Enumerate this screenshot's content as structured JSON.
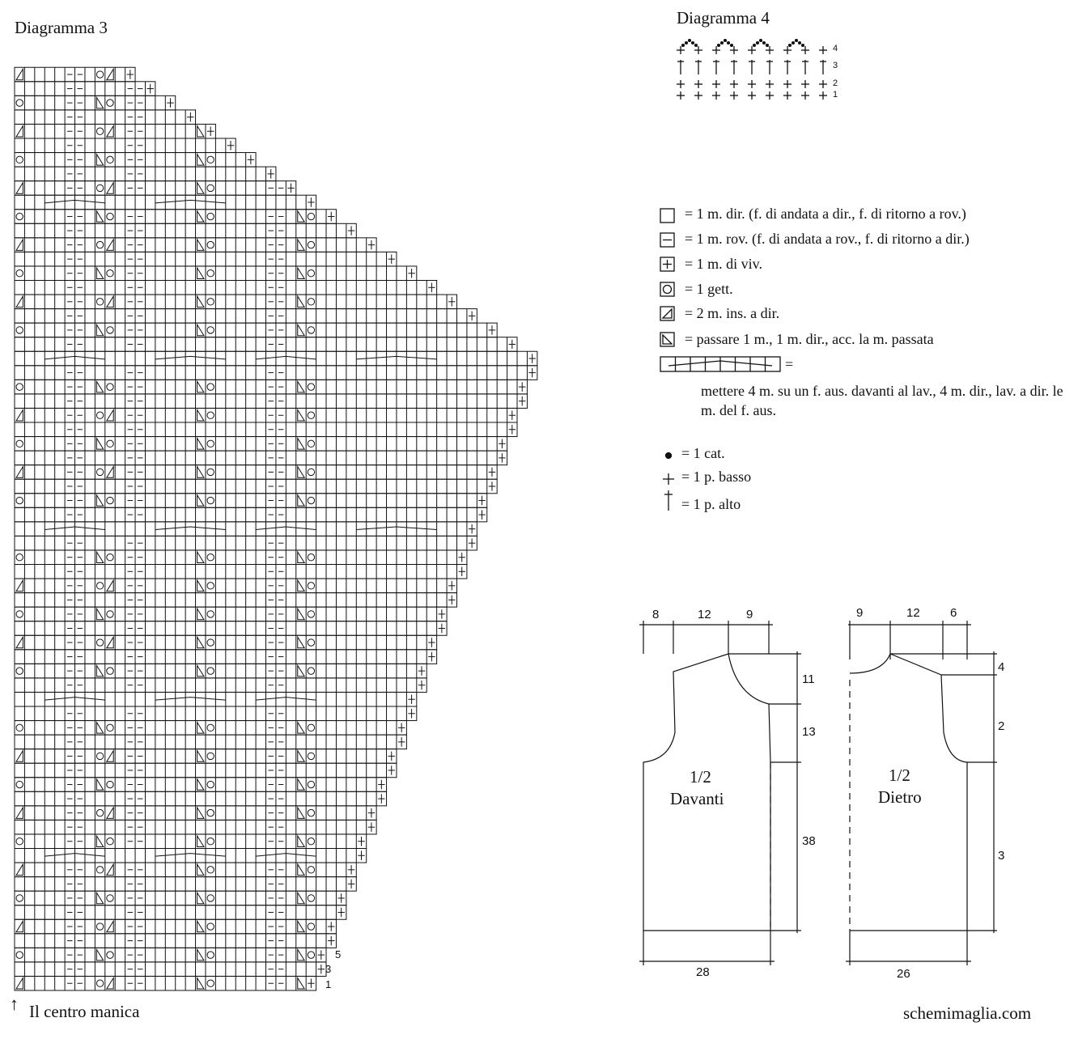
{
  "diagram3": {
    "title": "Diagramma 3",
    "row_numbers": [
      "5",
      "3",
      "1"
    ],
    "footer": "Il centro manica"
  },
  "diagram4": {
    "title": "Diagramma 4",
    "row_numbers": [
      "4",
      "3",
      "2",
      "1"
    ]
  },
  "legend": {
    "items": [
      {
        "symbol": "knit-empty-square",
        "text": "= 1 m. dir. (f. di andata a dir., f. di ritorno a rov.)"
      },
      {
        "symbol": "purl-dash-square",
        "text": "= 1 m. rov. (f. di andata a rov., f. di ritorno a dir.)"
      },
      {
        "symbol": "edge-plus-square",
        "text": "= 1 m. di viv."
      },
      {
        "symbol": "yarn-over-circle-square",
        "text": "= 1 gett."
      },
      {
        "symbol": "k2tog-triangle-square",
        "text": "= 2 m. ins. a dir."
      },
      {
        "symbol": "ssk-triangle-square",
        "text": "= passare 1 m., 1 m. dir., acc. la m. passata"
      },
      {
        "symbol": "cable-bar",
        "text": "="
      }
    ],
    "cable_description": "mettere 4 m. su un f. aus. davanti al lav., 4 m. dir., lav. a dir. le m. del f. aus.",
    "crochet_items": [
      {
        "symbol": "chain-dot",
        "text": "= 1 cat."
      },
      {
        "symbol": "single-crochet-plus",
        "text": "= 1 p. basso"
      },
      {
        "symbol": "double-crochet-dagger",
        "text": "= 1 p. alto"
      }
    ]
  },
  "schematics": {
    "front": {
      "label_fraction": "1/2",
      "label_name": "Davanti",
      "top_dims": [
        "8",
        "12",
        "9"
      ],
      "right_dims": [
        "11",
        "13",
        "38"
      ],
      "bottom_dim": "28"
    },
    "back": {
      "label_fraction": "1/2",
      "label_name": "Dietro",
      "top_dims": [
        "9",
        "12",
        "6"
      ],
      "right_dims": [
        "4",
        "2",
        "3"
      ],
      "bottom_dim": "26"
    }
  },
  "watermark": "schemimaglia.com"
}
